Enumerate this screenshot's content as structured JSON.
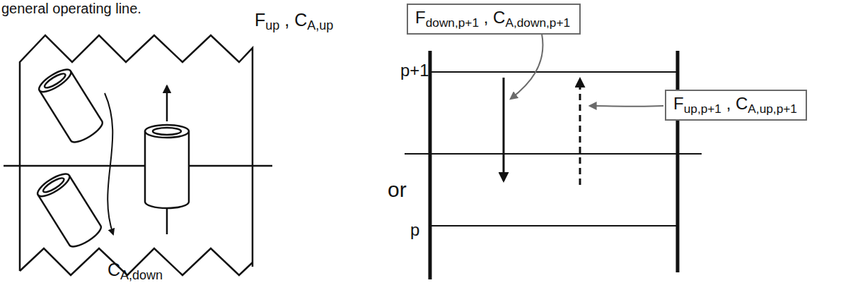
{
  "diagram": {
    "nodes": [
      {
        "text": [
          "Fdown,p+1 , CA,down,p+1"
        ]
      },
      {
        "text": [
          "Fup,p+1 , CA,up,p+1"
        ]
      }
    ],
    "labels": [
      "general operating line.",
      "Fup , CA,up",
      "CA,down",
      "or",
      "p+1",
      "p"
    ]
  }
}
